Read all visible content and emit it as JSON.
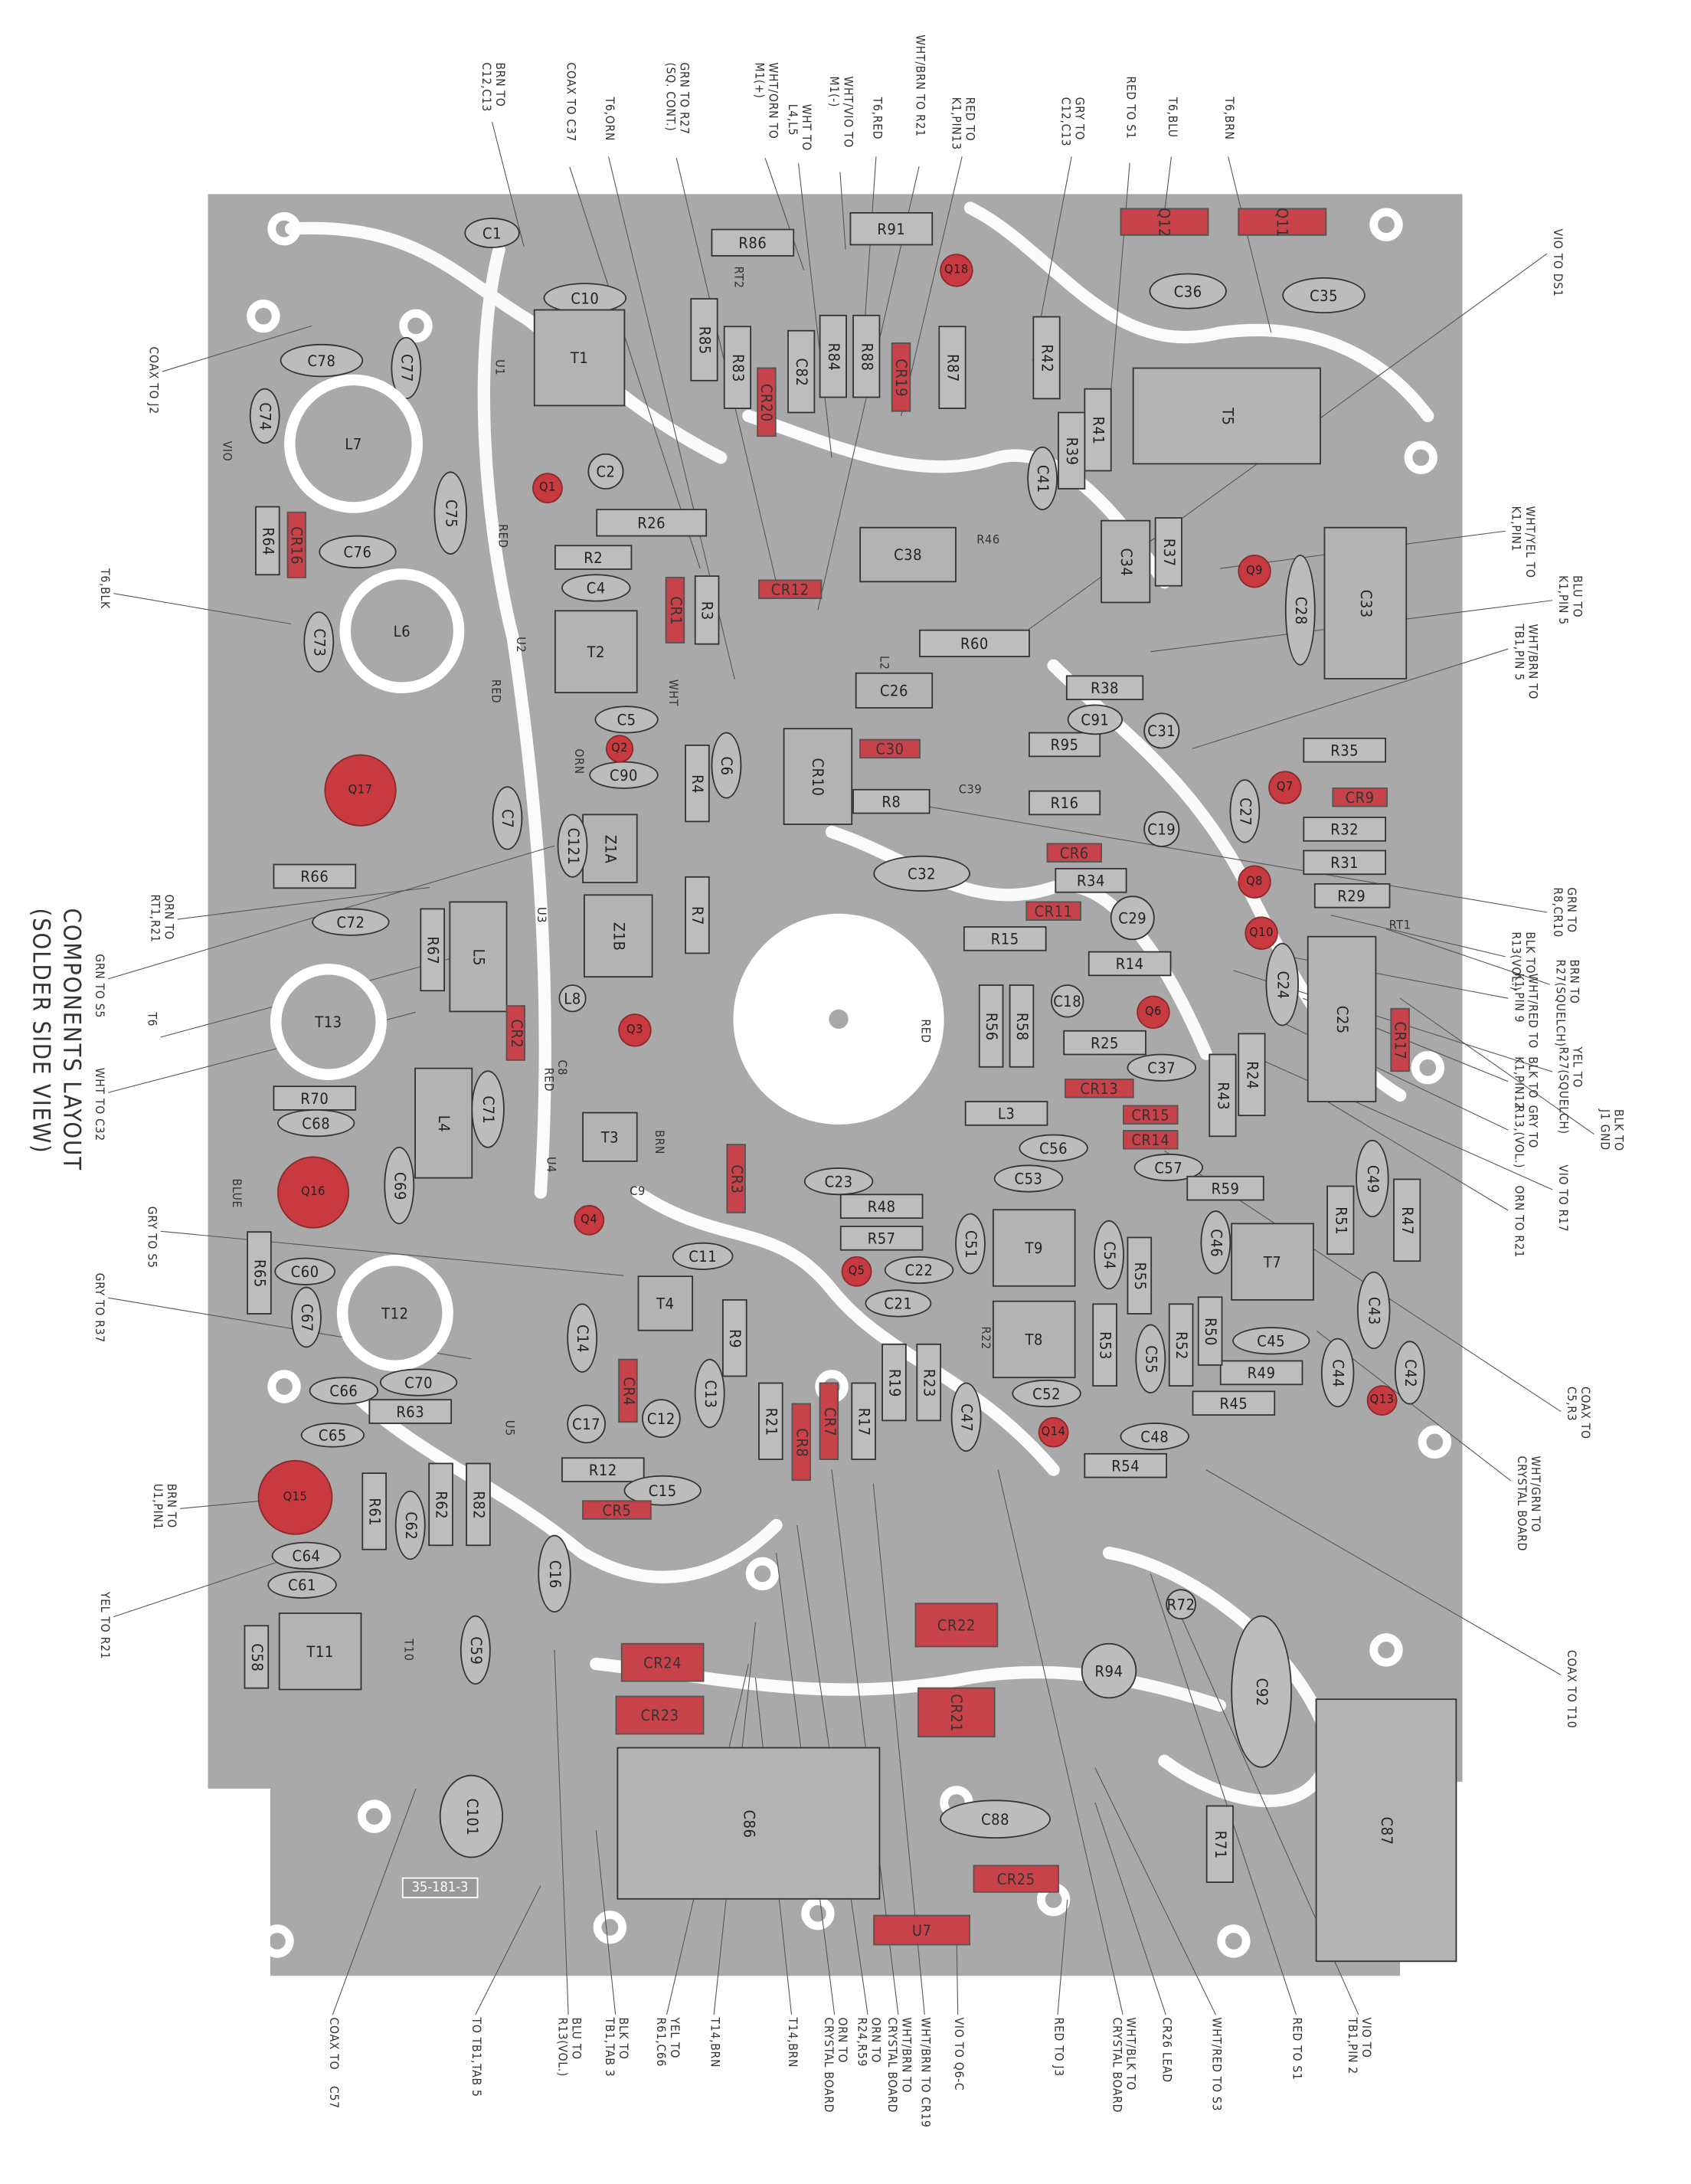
{
  "title": {
    "line1": "COMPONENTS LAYOUT",
    "line2": "(SOLDER SIDE VIEW)"
  },
  "board_number": "35-181-3",
  "colors": {
    "board": "#a9a9a9",
    "trace": "#ffffff",
    "highlight_red": "#c8424a"
  },
  "trace_labels": [
    "VIO",
    "RED",
    "RED",
    "BLUE",
    "BRN",
    "RED",
    "WHT",
    "ORN",
    "RED"
  ],
  "components": [
    "C1",
    "C10",
    "T1",
    "U1",
    "C77",
    "C78",
    "C74",
    "L7",
    "R64",
    "CR16",
    "C75",
    "C76",
    "Q1",
    "C2",
    "R26",
    "R2",
    "C4",
    "CR1",
    "R3",
    "U2",
    "T2",
    "C73",
    "L6",
    "CR12",
    "C38",
    "R46",
    "L2",
    "R60",
    "C26",
    "C30",
    "CR10",
    "R8",
    "C39",
    "R95",
    "R16",
    "C91",
    "C31",
    "C33",
    "C28",
    "R38",
    "R37",
    "C34",
    "R35",
    "CR9",
    "R32",
    "R31",
    "R29",
    "RT1",
    "C27",
    "C19",
    "CR6",
    "R34",
    "CR11",
    "C29",
    "R15",
    "R14",
    "C18",
    "Q6",
    "R56",
    "R58",
    "R25",
    "C37",
    "CR13",
    "R43",
    "R24",
    "C24",
    "C25",
    "CR17",
    "L3",
    "CR15",
    "CR14",
    "C56",
    "C57",
    "C53",
    "R59",
    "C49",
    "R47",
    "R51",
    "C46",
    "T7",
    "C43",
    "C42",
    "Q13",
    "C44",
    "C45",
    "R49",
    "R45",
    "R50",
    "R52",
    "R55",
    "C54",
    "C55",
    "R53",
    "T9",
    "T8",
    "C51",
    "R22",
    "C52",
    "Q14",
    "C48",
    "R54",
    "C47",
    "R23",
    "R19",
    "R17",
    "CR7",
    "CR8",
    "R21",
    "C21",
    "C22",
    "Q5",
    "R57",
    "R48",
    "C23",
    "CR3",
    "R9",
    "C13",
    "T4",
    "C11",
    "C9",
    "Q4",
    "T3",
    "C8",
    "Q3",
    "Z1B",
    "Z1A",
    "R7",
    "R4",
    "C6",
    "C90",
    "Q2",
    "C5",
    "C121",
    "U3",
    "L8",
    "L5",
    "CR2",
    "R67",
    "C7",
    "R66",
    "C72",
    "Q17",
    "T13",
    "R70",
    "C68",
    "L4",
    "C71",
    "C69",
    "U4",
    "Q16",
    "R65",
    "C60",
    "C67",
    "T12",
    "C66",
    "C70",
    "R63",
    "C65",
    "U5",
    "C14",
    "CR4",
    "C12",
    "C17",
    "R12",
    "C15",
    "CR5",
    "R62",
    "R82",
    "Q15",
    "R61",
    "C62",
    "C64",
    "C61",
    "T11",
    "T10",
    "C58",
    "C59",
    "C16",
    "CR24",
    "CR23",
    "CR22",
    "CR21",
    "R94",
    "R72",
    "C92",
    "C87",
    "C86",
    "C88",
    "R71",
    "CR25",
    "C101",
    "U7",
    "Q12",
    "Q11",
    "C36",
    "C35",
    "T5",
    "R42",
    "R41",
    "R39",
    "C41",
    "R91",
    "R86",
    "RT2",
    "R85",
    "R83",
    "CR20",
    "C82",
    "R84",
    "R88",
    "CR19",
    "R87",
    "Q18",
    "Q9",
    "Q7",
    "Q8",
    "Q10",
    "C32"
  ],
  "wire_labels": {
    "top": [
      "BRN TO\nC12,C13",
      "COAX TO C37",
      "T6,ORN",
      "GRN TO R27\n(SQ. CONT.)",
      "WHT/ORN TO\nM1(+)",
      "WHT TO\nL4,L5",
      "WHT/VIO TO\nM1(-)",
      "T6,RED",
      "WHT/BRN TO R21",
      "RED TO\nK1,PIN13",
      "GRY TO\nC12,C13",
      "RED TO S1",
      "T6,BLU",
      "T6,BRN"
    ],
    "right": [
      "VIO TO DS1",
      "WHT/YEL TO\nK1,PIN1",
      "BLU TO\nK1,PIN 5",
      "WHT/BRN TO\nTB1,PIN 5",
      "GRN TO\nR8,CR10",
      "BLK TO\nR13(VOL.)",
      "BRN TO\nR27(SQUELCH)",
      "WHT/RED TO\nK1,PIN 9",
      "YEL TO\nR27(SQUELCH)",
      "BLK TO\nK1,PIN12",
      "GRY TO\nR13,(VOL.)",
      "BLK TO\nJ1 GND",
      "VIO TO R17",
      "ORN TO R21",
      "COAX TO\nC5,R3",
      "WHT/GRN TO\nCRYSTAL BOARD",
      "COAX TO T10"
    ],
    "left": [
      "COAX TO J2",
      "T6,BLK",
      "ORN TO\nRT1,R21",
      "GRN TO S5",
      "T6",
      "WHT TO C32",
      "GRY TO S5",
      "GRY TO R37",
      "BRN TO\nU1,PIN1",
      "YEL TO R21"
    ],
    "bottom": [
      "COAX TO    C57",
      "TO TB1,TAB 5",
      "BLU TO\nR13(VOL.)",
      "BLK TO\nTB1,TAB 3",
      "YEL TO\nR61,C66",
      "T14,BRN",
      "T14,BRN",
      "ORN TO\nCRYSTAL BOARD",
      "ORN TO\nR24,R59",
      "WHT/BRN TO\nCRYSTAL BOARD",
      "WHT/BRN TO CR19",
      "VIO TO Q6-C",
      "RED TO J3",
      "WHT/BLK TO\nCRYSTAL BOARD",
      "CR26 LEAD",
      "WHT/RED TO S3",
      "RED TO S1",
      "VIO TO\nTB1,PIN 2"
    ]
  }
}
